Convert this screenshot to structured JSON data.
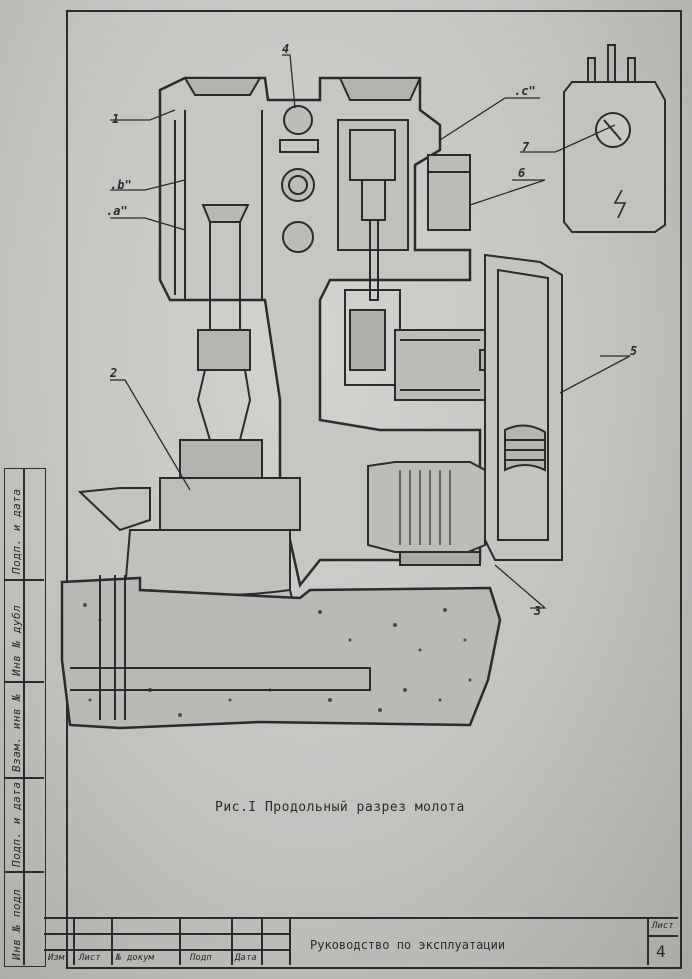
{
  "drawing": {
    "callouts": [
      "1",
      "4",
      ".c\"",
      ".b\"",
      ".a\"",
      "7",
      "6",
      "2",
      "5",
      "3"
    ],
    "caption": "Рис.I  Продольный разрез молота"
  },
  "side_stamp": [
    "Инв № подл",
    "Подп. и дата",
    "Взам. инв №",
    "Инв № дубл",
    "Подп. и дата"
  ],
  "title_block": {
    "cols": [
      "Изм",
      "Лист",
      "№ докум",
      "Подп",
      "Дата"
    ],
    "doc_title": "Руководство по эксплуатации",
    "sheet_label": "Лист",
    "sheet_number": "4"
  }
}
